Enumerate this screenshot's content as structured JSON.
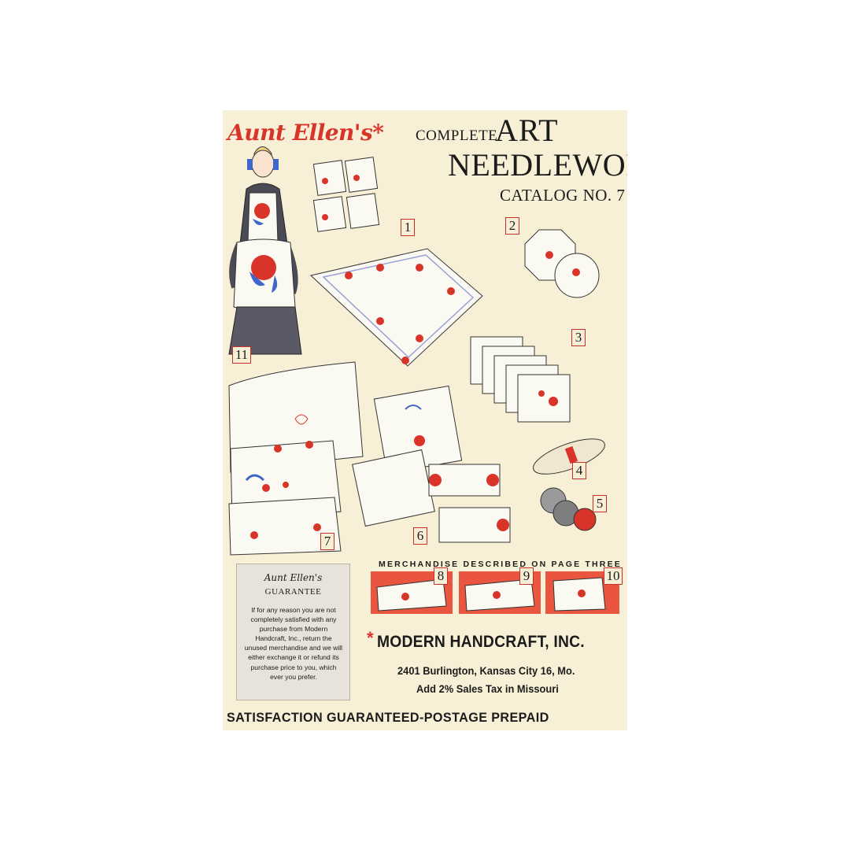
{
  "header": {
    "brand": "Aunt Ellen's",
    "brand_star": "*",
    "complete": "COMPLETE",
    "art": "ART",
    "needlework": "NEEDLEWORK",
    "catalog": "CATALOG NO. 7"
  },
  "item_numbers": [
    "1",
    "2",
    "3",
    "4",
    "5",
    "6",
    "7",
    "8",
    "9",
    "10",
    "11"
  ],
  "merchandise_note": "MERCHANDISE DESCRIBED ON PAGE THREE",
  "guarantee": {
    "brand": "Aunt Ellen's",
    "title": "GUARANTEE",
    "body": "If for any reason you are not completely satisfied with any purchase from Modern Handcraft, Inc., return the unused merchandise and we will either exchange it or refund its purchase price to you, which ever you prefer."
  },
  "company": {
    "star": "*",
    "name": "MODERN HANDCRAFT, INC.",
    "address": "2401 Burlington, Kansas City 16, Mo.",
    "tax": "Add 2% Sales Tax in Missouri"
  },
  "footer": "SATISFACTION GUARANTEED-POSTAGE PREPAID",
  "colors": {
    "paper": "#f8f0d6",
    "accent_red": "#d8342a",
    "embroidery_blue": "#8e93d6",
    "ink": "#1b1b1b"
  }
}
